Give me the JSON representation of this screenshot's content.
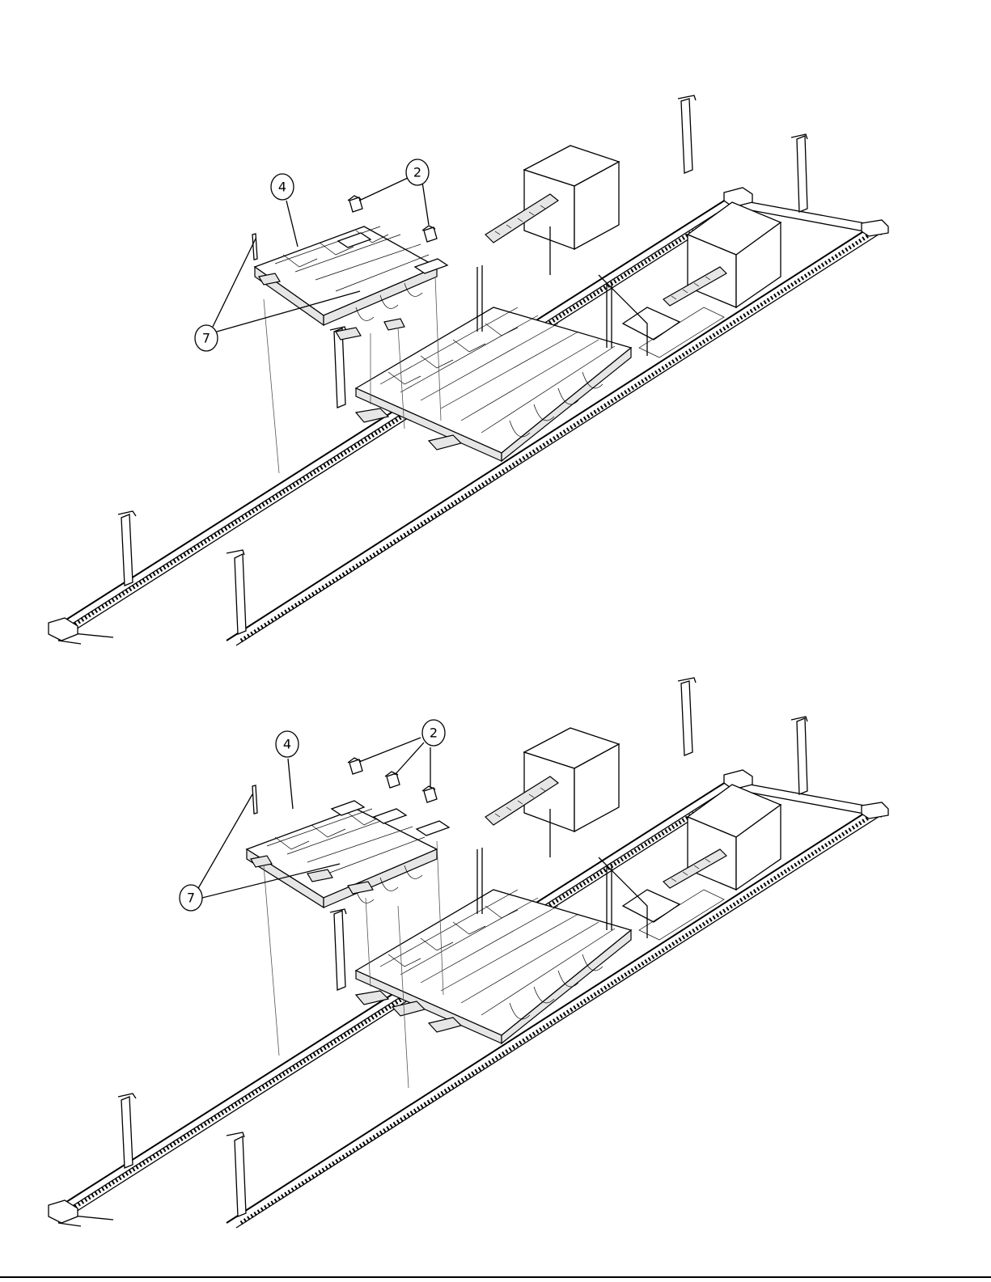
{
  "figures": [
    {
      "id": "top",
      "callouts": [
        {
          "label": "4"
        },
        {
          "label": "2"
        },
        {
          "label": "7"
        }
      ]
    },
    {
      "id": "bottom",
      "callouts": [
        {
          "label": "4"
        },
        {
          "label": "2"
        },
        {
          "label": "7"
        }
      ]
    }
  ]
}
